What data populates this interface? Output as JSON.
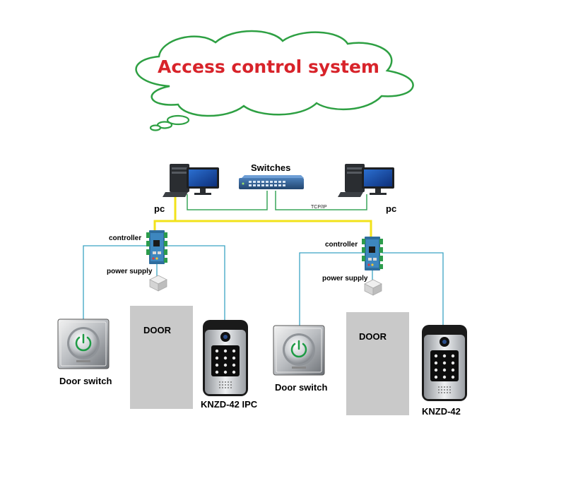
{
  "title": "Access control system",
  "network": {
    "switch_label": "Switches",
    "pc_left_label": "pc",
    "pc_right_label": "pc",
    "tcp_label": "TCP/IP"
  },
  "left_unit": {
    "controller_label": "controller",
    "power_label": "power supply",
    "door_label": "DOOR",
    "door_switch_label": "Door switch",
    "device_label": "KNZD-42 IPC"
  },
  "right_unit": {
    "controller_label": "controller",
    "power_label": "power supply",
    "door_label": "DOOR",
    "door_switch_label": "Door switch",
    "device_label": "KNZD-42"
  },
  "colors": {
    "title": "#d8232a",
    "cloud_outline": "#2ea043",
    "lan_cable": "#f2e21a",
    "pc_link": "#3aa55a",
    "device_wire": "#3ba3c4",
    "door": "#c9c9c9"
  },
  "icons": [
    "desktop-pc-icon",
    "network-switch-icon",
    "controller-board-icon",
    "power-supply-icon",
    "door-switch-icon",
    "door-phone-icon"
  ]
}
